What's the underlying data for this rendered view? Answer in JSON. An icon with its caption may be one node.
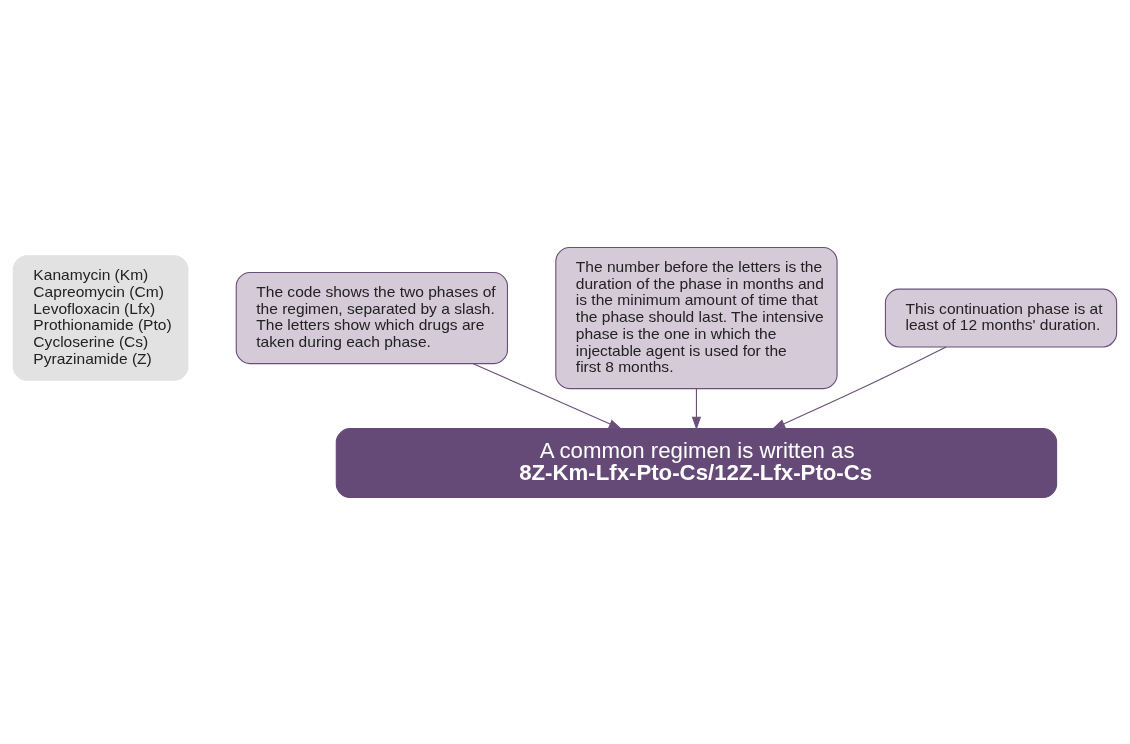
{
  "diagram": {
    "nodes": [
      {
        "text": [
          "Kanamycin (Km)",
          "Capreomycin (Cm)",
          "Levofloxacin (Lfx)",
          "Prothionamide (Pto)",
          "Cycloserine (Cs)",
          "Pyrazinamide (Z)"
        ]
      },
      {
        "text": [
          "The code shows the two phases of the regimen, separated by a slash. The letters show which drugs are taken during each phase."
        ]
      },
      {
        "text": [
          "A common regimen is written as",
          "8Z-Km-Lfx-Pto-Cs/12Z-Lfx-Pto-Cs"
        ]
      },
      {
        "text": [
          "The number before the letters is the duration of the phase in months and is the minimum amount of time that the phase should last. The intensive phase is the one in which the injectable agent is used for the first 8 months."
        ]
      },
      {
        "text": [
          "This continuation phase is at least of 12 months' duration."
        ]
      }
    ],
    "edges": [
      {
        "from": 1,
        "to": 2,
        "arrow": "to"
      },
      {
        "from": 3,
        "to": 2,
        "arrow": "to"
      },
      {
        "from": 4,
        "to": 2,
        "arrow": "to"
      }
    ]
  }
}
